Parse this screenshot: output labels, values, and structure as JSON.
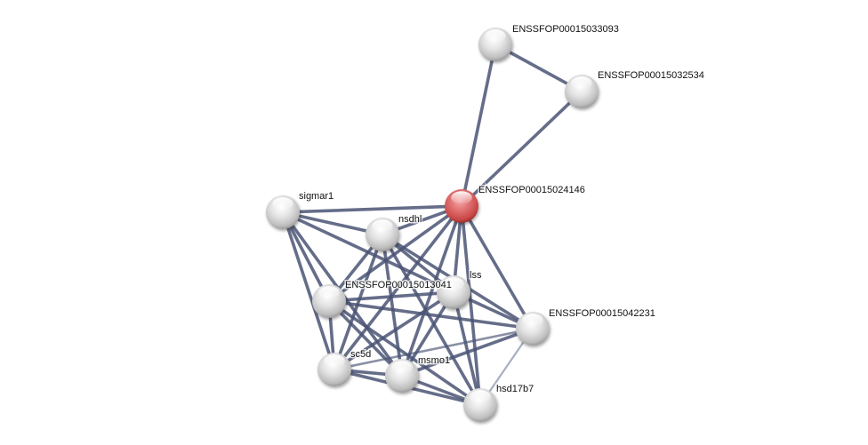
{
  "title": "Protein interaction network",
  "colors": {
    "edge": "#4a5374",
    "edge_light": "#9aa0b8",
    "node_default": "#e0e0e0",
    "node_query": "#d44a4a"
  },
  "nodes": [
    {
      "id": "ENSSFOP00015033093",
      "label": "ENSSFOP00015033093",
      "query": false
    },
    {
      "id": "ENSSFOP00015032534",
      "label": "ENSSFOP00015032534",
      "query": false
    },
    {
      "id": "ENSSFOP00015024146",
      "label": "ENSSFOP00015024146",
      "query": true
    },
    {
      "id": "sigmar1",
      "label": "sigmar1",
      "query": false
    },
    {
      "id": "nsdhl",
      "label": "nsdhl",
      "query": false
    },
    {
      "id": "lss",
      "label": "lss",
      "query": false
    },
    {
      "id": "ENSSFOP00015013041",
      "label": "ENSSFOP00015013041",
      "query": false
    },
    {
      "id": "ENSSFOP00015042231",
      "label": "ENSSFOP00015042231",
      "query": false
    },
    {
      "id": "sc5d",
      "label": "sc5d",
      "query": false
    },
    {
      "id": "msmo1",
      "label": "msmo1",
      "query": false
    },
    {
      "id": "hsd17b7",
      "label": "hsd17b7",
      "query": false
    }
  ],
  "edges": [
    {
      "source": "ENSSFOP00015033093",
      "target": "ENSSFOP00015032534",
      "strength": "strong"
    },
    {
      "source": "ENSSFOP00015033093",
      "target": "ENSSFOP00015024146",
      "strength": "strong"
    },
    {
      "source": "ENSSFOP00015032534",
      "target": "ENSSFOP00015024146",
      "strength": "strong"
    },
    {
      "source": "ENSSFOP00015024146",
      "target": "sigmar1",
      "strength": "strong"
    },
    {
      "source": "ENSSFOP00015024146",
      "target": "nsdhl",
      "strength": "strong"
    },
    {
      "source": "ENSSFOP00015024146",
      "target": "lss",
      "strength": "strong"
    },
    {
      "source": "ENSSFOP00015024146",
      "target": "ENSSFOP00015013041",
      "strength": "strong"
    },
    {
      "source": "ENSSFOP00015024146",
      "target": "ENSSFOP00015042231",
      "strength": "strong"
    },
    {
      "source": "ENSSFOP00015024146",
      "target": "sc5d",
      "strength": "strong"
    },
    {
      "source": "ENSSFOP00015024146",
      "target": "msmo1",
      "strength": "strong"
    },
    {
      "source": "ENSSFOP00015024146",
      "target": "hsd17b7",
      "strength": "strong"
    },
    {
      "source": "sigmar1",
      "target": "nsdhl",
      "strength": "strong"
    },
    {
      "source": "sigmar1",
      "target": "lss",
      "strength": "strong"
    },
    {
      "source": "sigmar1",
      "target": "ENSSFOP00015013041",
      "strength": "strong"
    },
    {
      "source": "sigmar1",
      "target": "sc5d",
      "strength": "strong"
    },
    {
      "source": "sigmar1",
      "target": "msmo1",
      "strength": "strong"
    },
    {
      "source": "nsdhl",
      "target": "lss",
      "strength": "strong"
    },
    {
      "source": "nsdhl",
      "target": "ENSSFOP00015013041",
      "strength": "strong"
    },
    {
      "source": "nsdhl",
      "target": "sc5d",
      "strength": "strong"
    },
    {
      "source": "nsdhl",
      "target": "msmo1",
      "strength": "strong"
    },
    {
      "source": "nsdhl",
      "target": "hsd17b7",
      "strength": "strong"
    },
    {
      "source": "nsdhl",
      "target": "ENSSFOP00015042231",
      "strength": "strong"
    },
    {
      "source": "lss",
      "target": "ENSSFOP00015013041",
      "strength": "strong"
    },
    {
      "source": "lss",
      "target": "ENSSFOP00015042231",
      "strength": "strong"
    },
    {
      "source": "lss",
      "target": "sc5d",
      "strength": "strong"
    },
    {
      "source": "lss",
      "target": "msmo1",
      "strength": "strong"
    },
    {
      "source": "lss",
      "target": "hsd17b7",
      "strength": "strong"
    },
    {
      "source": "ENSSFOP00015013041",
      "target": "ENSSFOP00015042231",
      "strength": "strong"
    },
    {
      "source": "ENSSFOP00015013041",
      "target": "sc5d",
      "strength": "strong"
    },
    {
      "source": "ENSSFOP00015013041",
      "target": "msmo1",
      "strength": "strong"
    },
    {
      "source": "ENSSFOP00015013041",
      "target": "hsd17b7",
      "strength": "strong"
    },
    {
      "source": "ENSSFOP00015042231",
      "target": "sc5d",
      "strength": "medium"
    },
    {
      "source": "ENSSFOP00015042231",
      "target": "msmo1",
      "strength": "strong"
    },
    {
      "source": "ENSSFOP00015042231",
      "target": "hsd17b7",
      "strength": "weak"
    },
    {
      "source": "sc5d",
      "target": "msmo1",
      "strength": "strong"
    },
    {
      "source": "sc5d",
      "target": "hsd17b7",
      "strength": "strong"
    },
    {
      "source": "msmo1",
      "target": "hsd17b7",
      "strength": "strong"
    }
  ]
}
